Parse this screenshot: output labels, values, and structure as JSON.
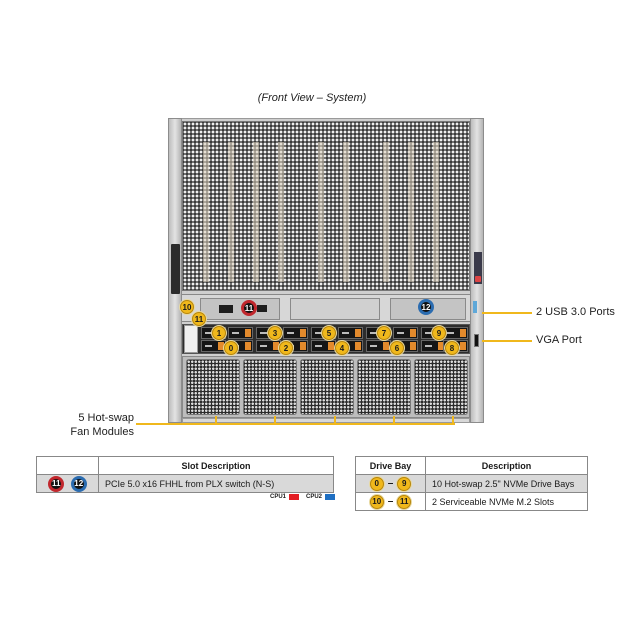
{
  "title": "(Front View – System)",
  "callouts": {
    "usb": "2 USB 3.0 Ports",
    "vga": "VGA Port",
    "fans_line1": "5 Hot-swap",
    "fans_line2": "Fan Modules"
  },
  "drive_bays": {
    "top_row": [
      "1",
      "3",
      "5",
      "7",
      "9"
    ],
    "bottom_row": [
      "0",
      "2",
      "4",
      "6",
      "8"
    ]
  },
  "m2_slots": [
    "10",
    "11"
  ],
  "pcie_slots": {
    "slot11": {
      "label": "11",
      "color": "#c1272d"
    },
    "slot12": {
      "label": "12",
      "color": "#2b6cb0"
    }
  },
  "slot_table": {
    "header": "Slot Description",
    "rows": [
      {
        "slots": [
          "11",
          "12"
        ],
        "description": "PCIe 5.0 x16 FHHL from PLX  switch (N-S)"
      }
    ],
    "legend": [
      {
        "label": "CPU1",
        "color": "#e31e24"
      },
      {
        "label": "CPU2",
        "color": "#1f6fc2"
      }
    ]
  },
  "drive_table": {
    "headers": [
      "Drive Bay",
      "Description"
    ],
    "rows": [
      {
        "from": "0",
        "to": "9",
        "description": "10 Hot-swap 2.5\" NVMe Drive Bays"
      },
      {
        "from": "10",
        "to": "11",
        "description": "2 Serviceable NVMe M.2 Slots"
      }
    ]
  },
  "colors": {
    "callout": "#f0b81c",
    "cpu1": "#e31e24",
    "cpu2": "#1f6fc2"
  }
}
